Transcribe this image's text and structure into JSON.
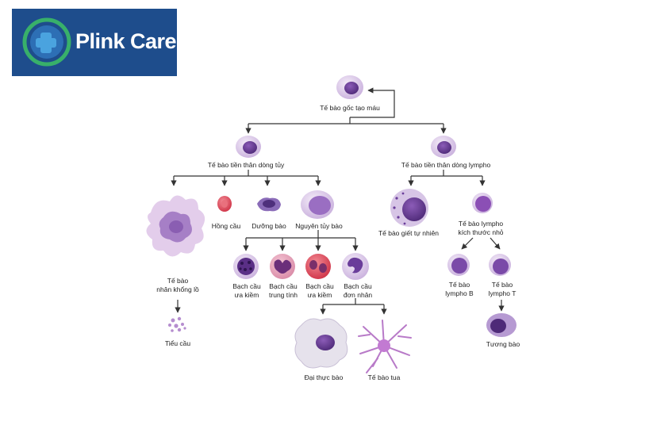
{
  "brand": {
    "name": "Plink Care",
    "colors": {
      "logo_bg": "#1e4d8c",
      "logo_ring": "#38b06a",
      "logo_cross": "#4aa3df"
    },
    "icon": "cross-logo-icon"
  },
  "colors": {
    "cell_light": "#e9dcf0",
    "cell_medium": "#b38fd0",
    "nucleus": "#6a3d9a",
    "red_cell": "#e0495a",
    "line": "#333333"
  },
  "diagram": {
    "root": {
      "label": "Tế bào gốc tạo máu"
    },
    "myeloid_progenitor": {
      "label": "Tế bào tiền thân dòng tủy"
    },
    "lymphoid_progenitor": {
      "label": "Tế bào tiền thân dòng lympho"
    },
    "megakaryocyte": {
      "line1": "Tế bào",
      "line2": "nhân khổng lồ"
    },
    "platelets": {
      "label": "Tiểu cầu"
    },
    "erythrocyte": {
      "label": "Hồng cầu"
    },
    "mast_cell": {
      "label": "Dưỡng bào"
    },
    "myeloblast": {
      "label": "Nguyên tủy bào"
    },
    "basophil": {
      "line1": "Bạch cầu",
      "line2": "ưa kiềm"
    },
    "neutrophil": {
      "line1": "Bạch cầu",
      "line2": "trung tính"
    },
    "eosinophil": {
      "line1": "Bạch cầu",
      "line2": "ưa kiềm"
    },
    "monocyte": {
      "line1": "Bạch cầu",
      "line2": "đơn nhân"
    },
    "macrophage": {
      "label": "Đại thực bào"
    },
    "dendritic_cell": {
      "label": "Tế bào tua"
    },
    "nk_cell": {
      "label": "Tế bào giết tự nhiên"
    },
    "small_lymphocyte": {
      "line1": "Tế bào lympho",
      "line2": "kích thước nhỏ"
    },
    "b_cell": {
      "line1": "Tế bào",
      "line2": "lympho B"
    },
    "t_cell": {
      "line1": "Tế bào",
      "line2": "lympho T"
    },
    "plasma_cell": {
      "label": "Tương bào"
    }
  }
}
